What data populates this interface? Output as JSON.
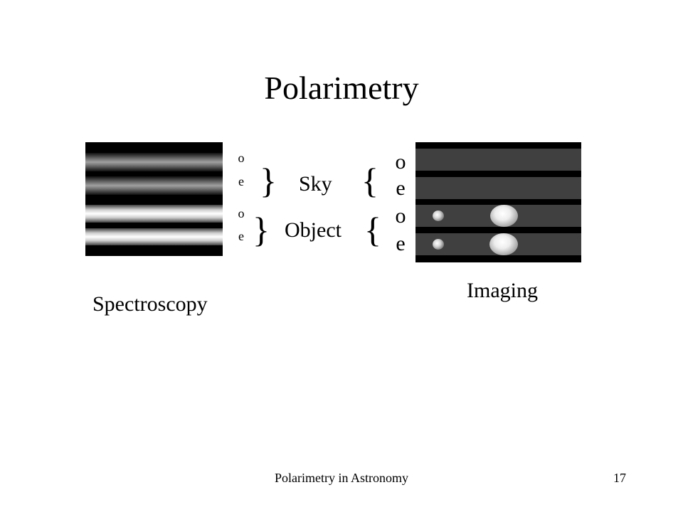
{
  "title": "Polarimetry",
  "left_labels": {
    "sky_o": "o",
    "sky_e": "e",
    "object_o": "o",
    "object_e": "e"
  },
  "braces": {
    "left_sky": "}",
    "left_object": "}",
    "right_sky": "{",
    "right_object": "{"
  },
  "center_labels": {
    "sky": "Sky",
    "object": "Object"
  },
  "right_labels": {
    "o1": "o",
    "e1": "e",
    "o2": "o",
    "e2": "e"
  },
  "captions": {
    "spectroscopy": "Spectroscopy",
    "imaging": "Imaging"
  },
  "footer": {
    "text": "Polarimetry in Astronomy",
    "page_number": "17"
  }
}
